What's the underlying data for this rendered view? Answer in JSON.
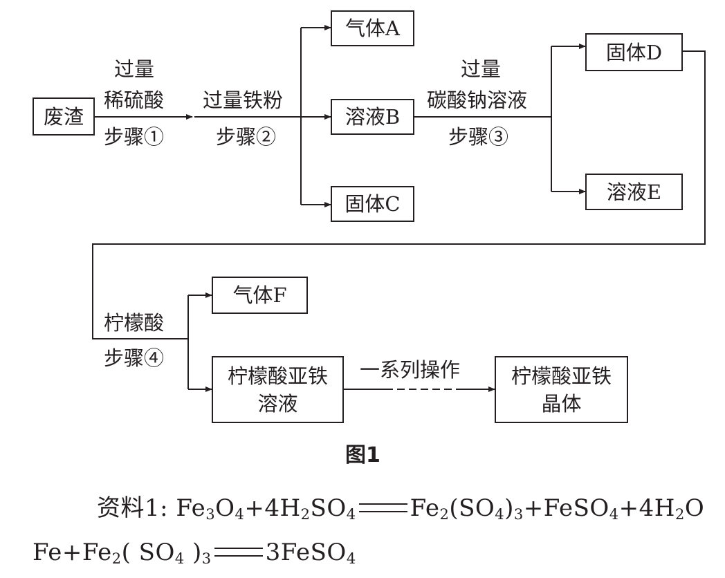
{
  "diagram": {
    "nodes": {
      "waste": "废渣",
      "gas_a": "气体A",
      "solution_b": "溶液B",
      "solid_c": "固体C",
      "solid_d": "固体D",
      "solution_e": "溶液E",
      "gas_f": "气体F",
      "ferrous_citrate_solution_line1": "柠檬酸亚铁",
      "ferrous_citrate_solution_line2": "溶液",
      "ferrous_citrate_crystal_line1": "柠檬酸亚铁",
      "ferrous_citrate_crystal_line2": "晶体"
    },
    "steps": {
      "step1_reagent_line1": "过量",
      "step1_reagent_line2": "稀硫酸",
      "step1_label": "步骤①",
      "step2_reagent": "过量铁粉",
      "step2_label": "步骤②",
      "step3_reagent_line1": "过量",
      "step3_reagent_line2": "碳酸钠溶液",
      "step3_label": "步骤③",
      "step4_reagent": "柠檬酸",
      "step4_label": "步骤④",
      "series_ops": "一系列操作"
    },
    "caption": "图1"
  },
  "material": {
    "prefix": "资料1:",
    "eq1": {
      "lhs": [
        "Fe",
        "3",
        "O",
        "4",
        "+4H",
        "2",
        "SO",
        "4"
      ],
      "rhs": [
        "Fe",
        "2",
        "(SO",
        "4",
        ")",
        "3",
        "+FeSO",
        "4",
        "+4H",
        "2",
        "O"
      ]
    },
    "eq2": {
      "lhs": [
        "Fe+Fe",
        "2",
        "( SO",
        "4",
        " )",
        "3"
      ],
      "rhs": [
        "3FeSO",
        "4"
      ]
    }
  }
}
